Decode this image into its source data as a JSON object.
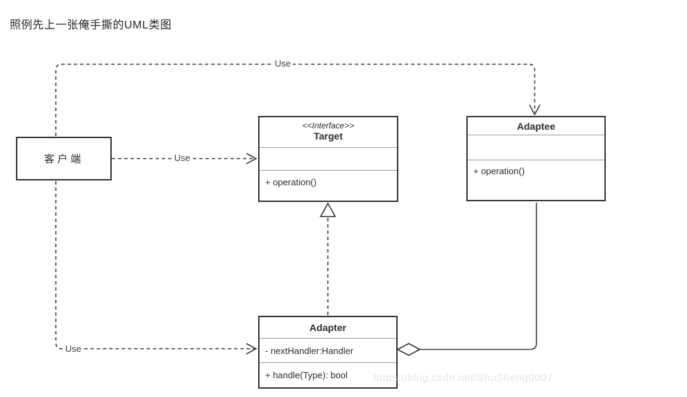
{
  "title": "照例先上一张俺手撕的UML类图",
  "diagram": {
    "classes": {
      "client": {
        "name": "客户端"
      },
      "target": {
        "stereotype": "<<Interface>>",
        "name": "Target",
        "attributes": [],
        "methods": [
          "+ operation()"
        ]
      },
      "adaptee": {
        "name": "Adaptee",
        "attributes": [],
        "methods": [
          "+ operation()"
        ]
      },
      "adapter": {
        "name": "Adapter",
        "attributes": [
          "- nextHandler:Handler"
        ],
        "methods": [
          "+ handle(Type): bool"
        ]
      }
    },
    "edges": {
      "client_uses_adaptee": {
        "type": "dependency",
        "label": "Use"
      },
      "client_uses_target": {
        "type": "dependency",
        "label": "Use"
      },
      "client_uses_adapter": {
        "type": "dependency",
        "label": "Use"
      },
      "adapter_implements_target": {
        "type": "realization"
      },
      "adapter_aggregates_adaptee": {
        "type": "aggregation"
      }
    },
    "watermark": "https://blog.csdn.net/ShuSheng0007"
  },
  "colors": {
    "box_border": "#333333",
    "section_divider": "#999999",
    "connector_line": "#3d3d3d",
    "text": "#2b2b2b",
    "watermark": "#e4e4e4",
    "background": "#ffffff"
  }
}
